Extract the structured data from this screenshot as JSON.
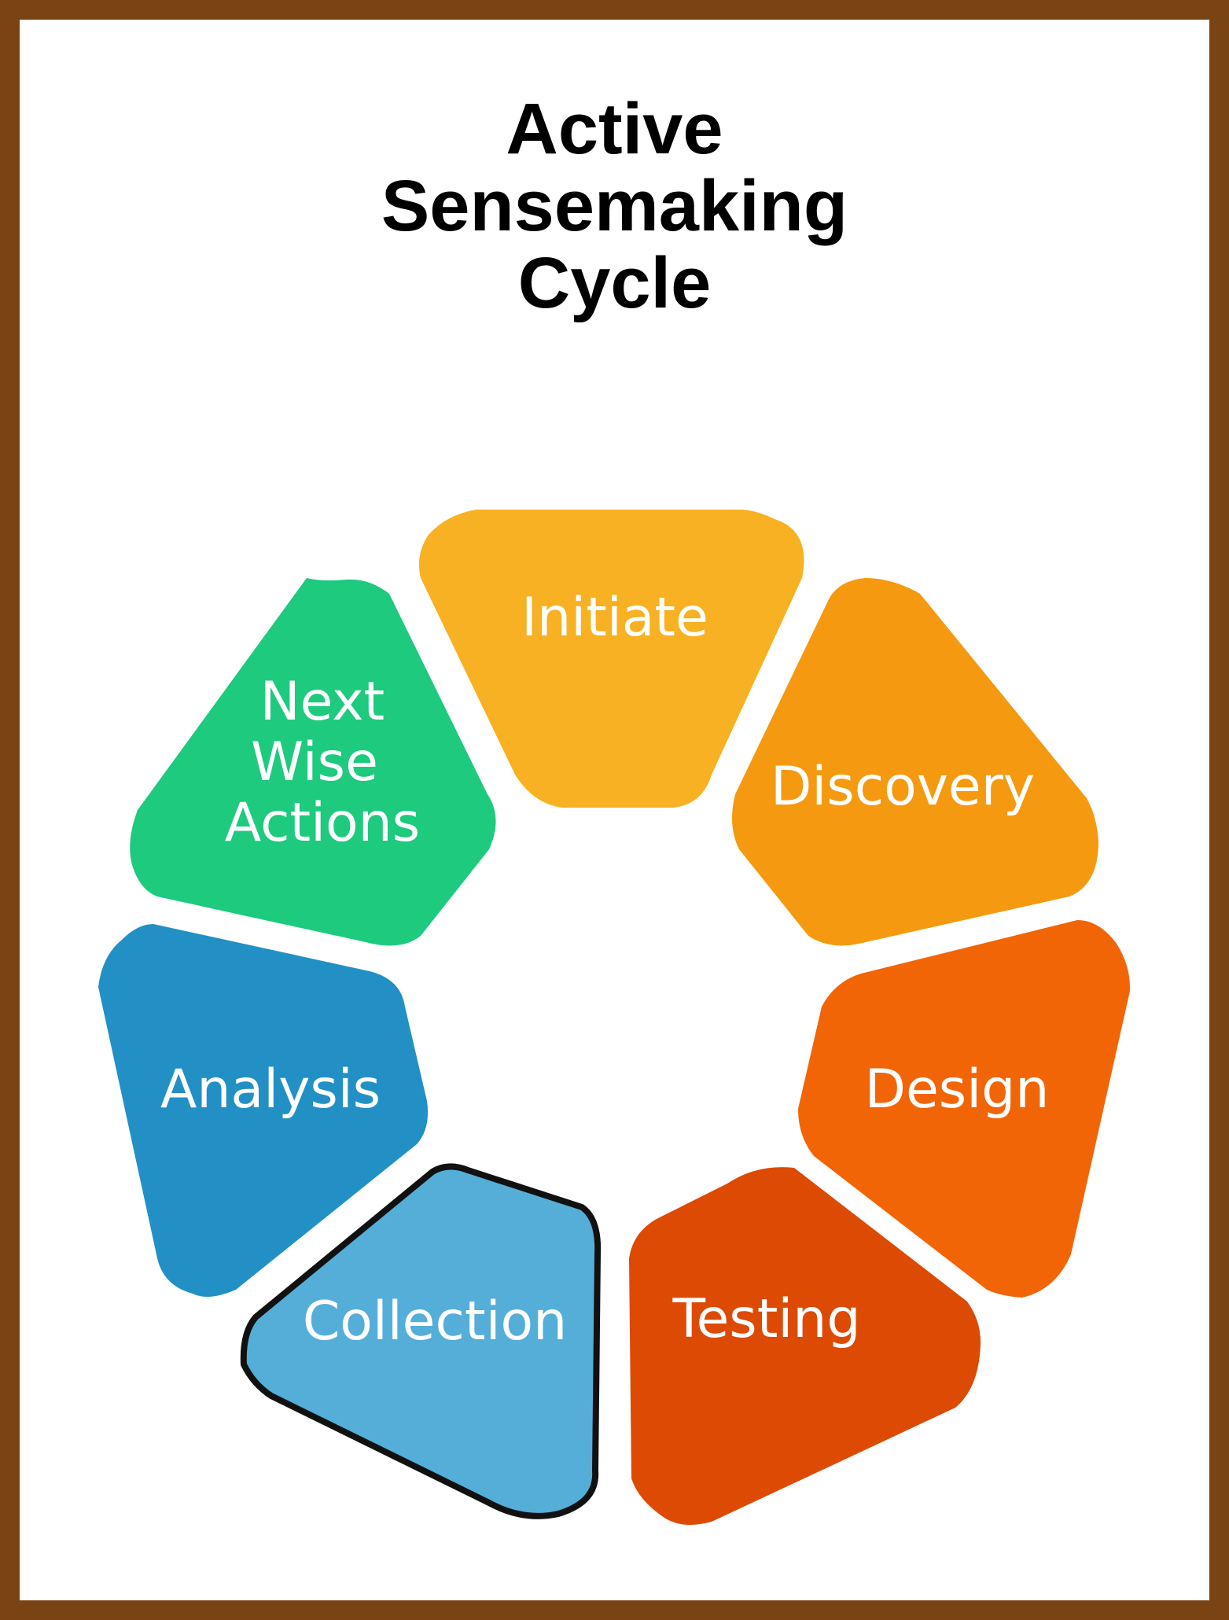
{
  "title": {
    "line1": "Active",
    "line2": "Sensemaking",
    "line3": "Cycle"
  },
  "colors": {
    "border": "#7a4314",
    "background": "#ffffff",
    "title": "#000000",
    "label": "#ffffff",
    "highlight_outline": "#111111"
  },
  "segments": [
    {
      "id": "initiate",
      "lines": [
        "Initiate"
      ],
      "color": "#f7b122"
    },
    {
      "id": "discovery",
      "lines": [
        "Discovery"
      ],
      "color": "#f59a10"
    },
    {
      "id": "design",
      "lines": [
        "Design"
      ],
      "color": "#f26507"
    },
    {
      "id": "testing",
      "lines": [
        "Testing"
      ],
      "color": "#dd4a04"
    },
    {
      "id": "collection",
      "lines": [
        "Collection"
      ],
      "color": "#55aed8",
      "highlighted": true
    },
    {
      "id": "analysis",
      "lines": [
        "Analysis"
      ],
      "color": "#2290c4"
    },
    {
      "id": "next-wise-actions",
      "lines": [
        "Next",
        "Wise",
        "Actions"
      ],
      "color": "#1dca7e"
    }
  ]
}
